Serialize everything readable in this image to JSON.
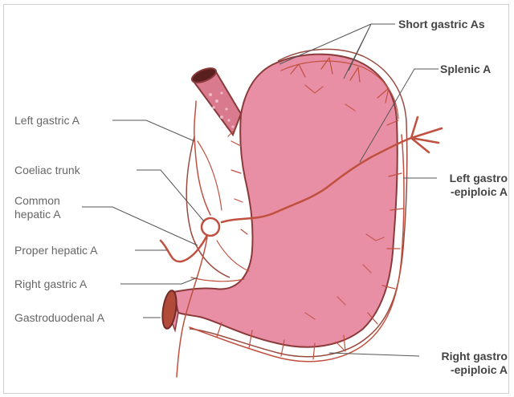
{
  "labels": {
    "short_gastric": "Short gastric As",
    "splenic": "Splenic A",
    "left_gastric": "Left gastric A",
    "coeliac_trunk": "Coeliac trunk",
    "common_hepatic_1": "Common",
    "common_hepatic_2": "hepatic A",
    "proper_hepatic": "Proper hepatic A",
    "right_gastric": "Right gastric A",
    "gastroduodenal": "Gastroduodenal A",
    "left_gastro_1": "Left gastro",
    "left_gastro_2": "-epiploic A",
    "right_gastro_1": "Right gastro",
    "right_gastro_2": "-epiploic A"
  },
  "colors": {
    "stomach_fill": "#e98fa5",
    "stomach_outline": "#8a3a3a",
    "artery": "#c0503f",
    "leader_line": "#555555",
    "esophagus_fill": "#d97a8e",
    "duodenum_fill": "#b24a3a"
  }
}
